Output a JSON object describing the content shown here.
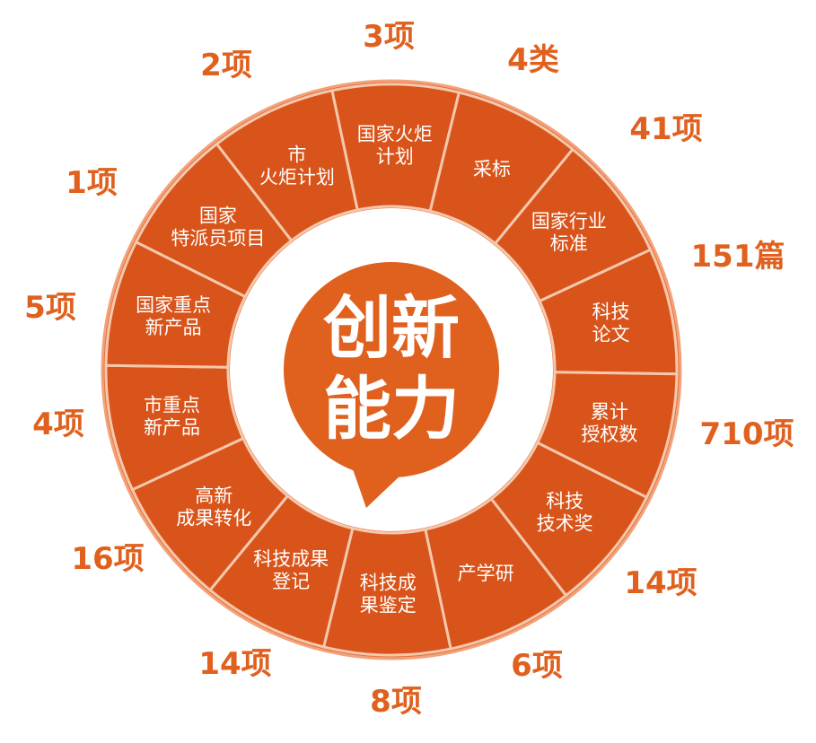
{
  "center": {
    "title_line1": "创新",
    "title_line2": "能力"
  },
  "segments": [
    {
      "lines": [
        "国家火炬",
        "计划"
      ],
      "count": "3项"
    },
    {
      "lines": [
        "采标"
      ],
      "count": "4类"
    },
    {
      "lines": [
        "国家行业",
        "标准"
      ],
      "count": "41项"
    },
    {
      "lines": [
        "科技",
        "论文"
      ],
      "count": "151篇"
    },
    {
      "lines": [
        "累计",
        "授权数"
      ],
      "count": "710项"
    },
    {
      "lines": [
        "科技",
        "技术奖"
      ],
      "count": "14项"
    },
    {
      "lines": [
        "产学研"
      ],
      "count": "6项"
    },
    {
      "lines": [
        "科技成",
        "果鉴定"
      ],
      "count": "8项"
    },
    {
      "lines": [
        "科技成果",
        "登记"
      ],
      "count": "14项"
    },
    {
      "lines": [
        "高新",
        "成果转化"
      ],
      "count": "16项"
    },
    {
      "lines": [
        "市重点",
        "新产品"
      ],
      "count": "4项"
    },
    {
      "lines": [
        "国家重点",
        "新产品"
      ],
      "count": "5项"
    },
    {
      "lines": [
        "国家",
        "特派员项目"
      ],
      "count": "1项"
    },
    {
      "lines": [
        "市",
        "火炬计划"
      ],
      "count": "2项"
    }
  ],
  "colors": {
    "segment": "#d9541a",
    "divider": "#f4c8ad",
    "rim": "#e8703a",
    "count": "#e0601e",
    "center_fill": "#e0601e"
  }
}
